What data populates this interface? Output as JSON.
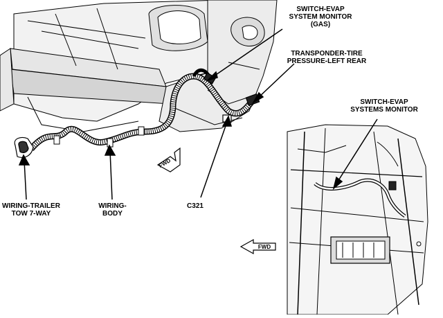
{
  "labels": {
    "switch_evap_gas_1": "SWITCH-EVAP",
    "switch_evap_gas_2": "SYSTEM MONITOR",
    "switch_evap_gas_3": "(GAS)",
    "tpms_1": "TRANSPONDER-TIRE",
    "tpms_2": "PRESSURE-LEFT REAR",
    "evap_inset_1": "SWITCH-EVAP",
    "evap_inset_2": "SYSTEMS MONITOR",
    "trailer_1": "WIRING-TRAILER",
    "trailer_2": "TOW 7-WAY",
    "body_1": "WIRING-",
    "body_2": "BODY",
    "c321": "C321",
    "fwd_main": "FWD",
    "fwd_inset": "FWD"
  },
  "colors": {
    "line": "#000000",
    "background": "#ffffff",
    "shade": "#d9d9d9"
  }
}
